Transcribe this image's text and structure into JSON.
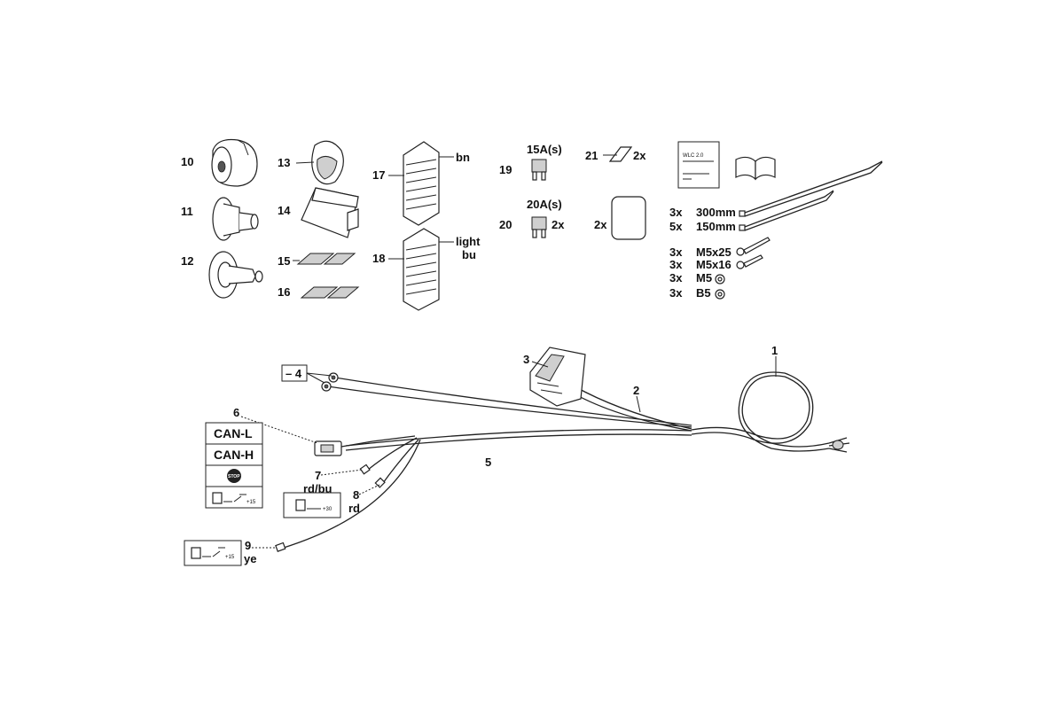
{
  "callouts": {
    "n1": "1",
    "n2": "2",
    "n3": "3",
    "n4": "– 4",
    "n5": "5",
    "n6": "6",
    "n7": "7",
    "n8": "8",
    "n9": "9",
    "n10": "10",
    "n11": "11",
    "n12": "12",
    "n13": "13",
    "n14": "14",
    "n15": "15",
    "n16": "16",
    "n17": "17",
    "n18": "18",
    "n19": "19",
    "n20": "20",
    "n21": "21"
  },
  "labels": {
    "bn": "bn",
    "light": "light",
    "bu": "bu",
    "fuse15": "15A(s)",
    "fuse20": "20A(s)",
    "fuse20_qty": "2x",
    "item21_qty": "2x",
    "pad_qty": "2x",
    "rdbu": "rd/bu",
    "rd": "rd",
    "ye": "ye",
    "can_l": "CAN-L",
    "can_h": "CAN-H",
    "stop": "STOP",
    "plus15_a": "+15",
    "plus30": "+30",
    "plus15_b": "+15",
    "manual_title": "WLC 2.0"
  },
  "hardware": [
    {
      "qty": "3x",
      "name": "300mm"
    },
    {
      "qty": "5x",
      "name": "150mm"
    },
    {
      "qty": "3x",
      "name": "M5x25"
    },
    {
      "qty": "3x",
      "name": "M5x16"
    },
    {
      "qty": "3x",
      "name": "M5"
    },
    {
      "qty": "3x",
      "name": "B5"
    }
  ]
}
